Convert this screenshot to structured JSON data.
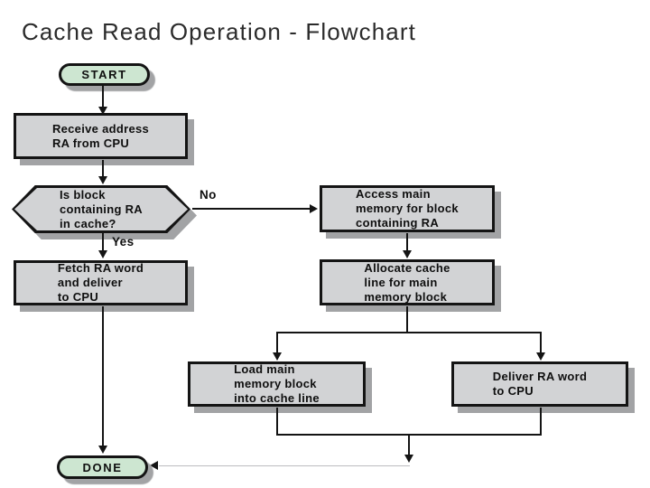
{
  "page": {
    "title": "Cache Read Operation - Flowchart"
  },
  "colors": {
    "background": "#ffffff",
    "process_fill": "#d2d3d5",
    "terminator_fill": "#cde6d1",
    "outline": "#141414",
    "shadow": "#a2a3a5",
    "faint_connector": "#bcbdbf",
    "title_text": "#2b2b2b"
  },
  "flowchart": {
    "nodes": {
      "start": {
        "type": "terminator",
        "label": "START"
      },
      "receive": {
        "type": "process",
        "label": "Receive address\nRA from CPU"
      },
      "decision": {
        "type": "decision",
        "label": "Is block\ncontaining RA\nin cache?"
      },
      "access": {
        "type": "process",
        "label": "Access main\nmemory for block\ncontaining RA"
      },
      "fetch": {
        "type": "process",
        "label": "Fetch RA word\nand deliver\nto CPU"
      },
      "allocate": {
        "type": "process",
        "label": "Allocate cache\nline for main\nmemory block"
      },
      "load": {
        "type": "process",
        "label": "Load main\nmemory block\ninto cache line"
      },
      "deliver": {
        "type": "process",
        "label": "Deliver RA word\nto CPU"
      },
      "done": {
        "type": "terminator",
        "label": "DONE"
      }
    },
    "edges": [
      {
        "from": "start",
        "to": "receive",
        "label": ""
      },
      {
        "from": "receive",
        "to": "decision",
        "label": ""
      },
      {
        "from": "decision",
        "to": "fetch",
        "label": "Yes"
      },
      {
        "from": "decision",
        "to": "access",
        "label": "No"
      },
      {
        "from": "access",
        "to": "allocate",
        "label": ""
      },
      {
        "from": "allocate",
        "to": "load",
        "label": ""
      },
      {
        "from": "allocate",
        "to": "deliver",
        "label": ""
      },
      {
        "from": "load",
        "to": "done",
        "label": ""
      },
      {
        "from": "deliver",
        "to": "done",
        "label": ""
      },
      {
        "from": "fetch",
        "to": "done",
        "label": ""
      }
    ]
  }
}
